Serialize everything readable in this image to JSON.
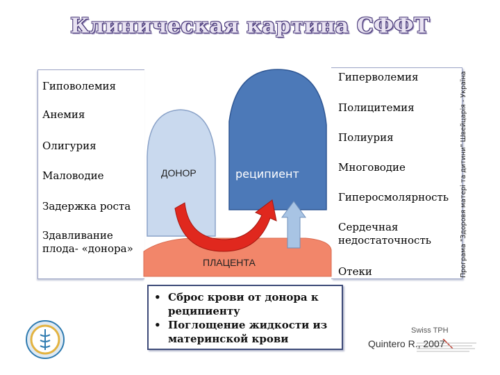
{
  "title": "Клиническая картина СФФТ",
  "left_items": [
    "Гиповолемия",
    "Анемия",
    "Олигурия",
    "Маловодие",
    "Задержка роста",
    "Здавливание плода- «донора»"
  ],
  "right_items": [
    "Гиперволемия",
    "Полицитемия",
    "Полиурия",
    "Многоводие",
    "Гиперосмолярность",
    "Сердечная недостаточность",
    "Отеки"
  ],
  "diagram": {
    "donor_label": "ДОНОР",
    "recipient_label": "реципиент",
    "placenta_label": "ПЛАЦЕНТА",
    "colors": {
      "donor_fill": "#c9d9ee",
      "recipient_fill": "#4c79b8",
      "placenta_fill": "#f2866a",
      "arrow_red": "#e0281e",
      "arrow_blue": "#a8c4e4"
    }
  },
  "bullets": [
    "Сброс крови от донора к реципиенту",
    "Поглощение жидкости из материнской крови"
  ],
  "side_note": "Програма \"Здоровя матері та дитини\" Швейцарія - Україна",
  "citation": "Quintero R., 2007",
  "swiss_label": "Swiss TPH"
}
